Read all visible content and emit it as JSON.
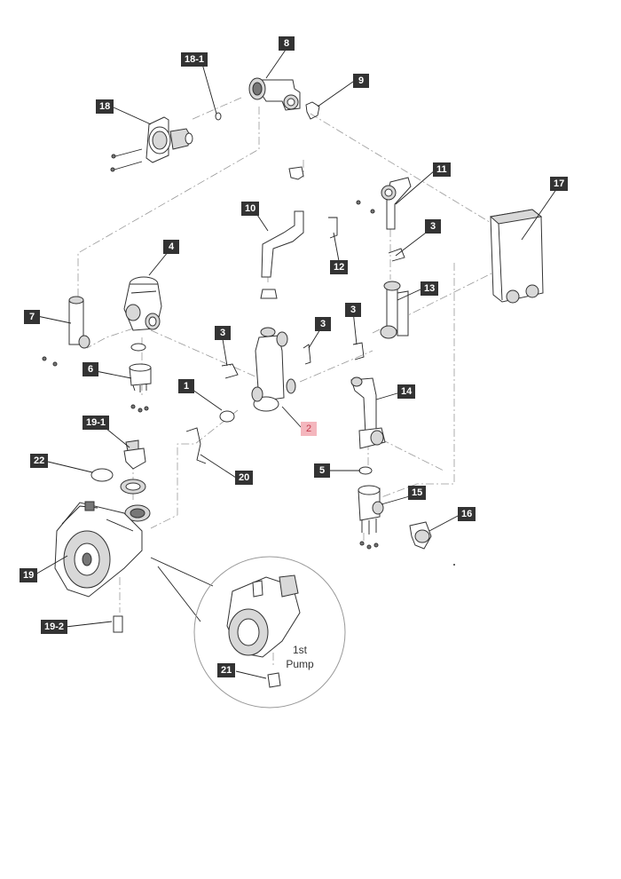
{
  "labels": {
    "p1": "1",
    "p2": "2",
    "p3a": "3",
    "p3b": "3",
    "p3c": "3",
    "p3d": "3",
    "p4": "4",
    "p5": "5",
    "p6": "6",
    "p7": "7",
    "p8": "8",
    "p9": "9",
    "p10": "10",
    "p11": "11",
    "p12": "12",
    "p13": "13",
    "p14": "14",
    "p15": "15",
    "p16": "16",
    "p17": "17",
    "p18": "18",
    "p18_1": "18-1",
    "p19": "19",
    "p19_1": "19-1",
    "p19_2": "19-2",
    "p20": "20",
    "p21": "21",
    "p22": "22"
  },
  "callout": {
    "line1": "1st",
    "line2": "Pump"
  },
  "colors": {
    "label_bg": "#333333",
    "label_text": "#ffffff",
    "highlight_bg": "#f4b6bd",
    "highlight_text": "#c23a4c"
  }
}
